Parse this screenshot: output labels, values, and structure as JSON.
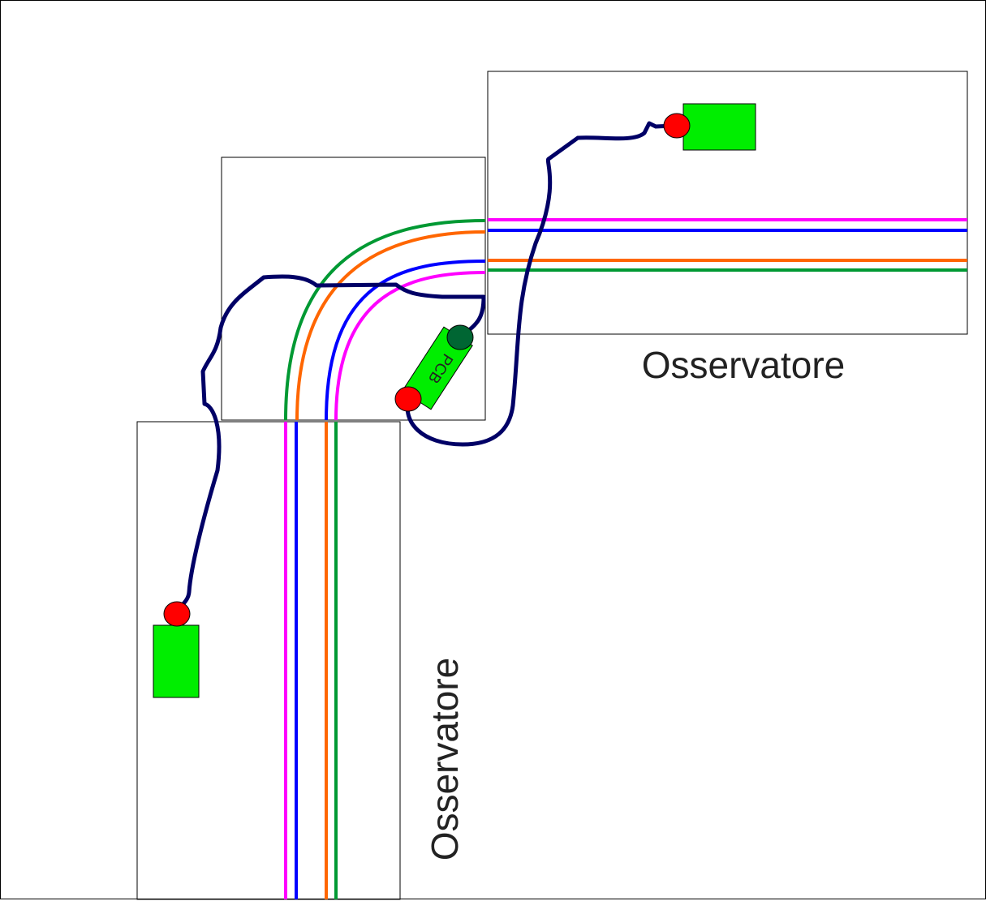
{
  "labels": {
    "observer_right": "Osservatore",
    "observer_bottom": "Osservatore",
    "pcb": "PCB"
  },
  "colors": {
    "background": "#ffffff",
    "frame": "#000000",
    "track_magenta": "#ff00ff",
    "track_blue": "#0000ff",
    "track_orange": "#ff6600",
    "track_green": "#009933",
    "cable": "#000066",
    "component_fill": "#00ee00",
    "connector_red": "#ff0000",
    "connector_dark": "#006633"
  }
}
